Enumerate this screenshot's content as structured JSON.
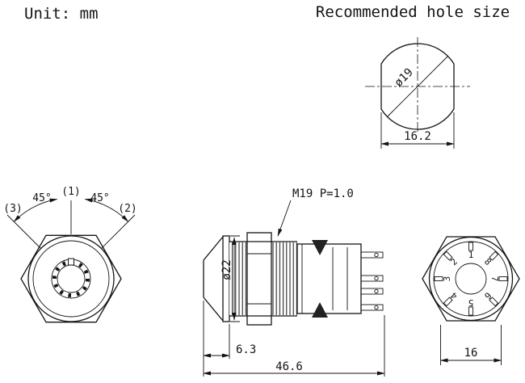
{
  "unit_label": "Unit: mm",
  "hole_view": {
    "title": "Recommended hole size",
    "diameter": "ø19",
    "width": "16.2"
  },
  "front_view": {
    "pos1": "(1)",
    "pos2": "(2)",
    "pos3": "(3)",
    "angle_left": "45°",
    "angle_right": "45°"
  },
  "side_view": {
    "thread_spec": "M19 P=1.0",
    "flange_diameter": "ø22",
    "head_length": "6.3",
    "total_length": "46.6"
  },
  "back_view": {
    "pins": [
      "1",
      "2",
      "3",
      "4",
      "5",
      "6",
      "7",
      "8"
    ],
    "width": "16"
  }
}
